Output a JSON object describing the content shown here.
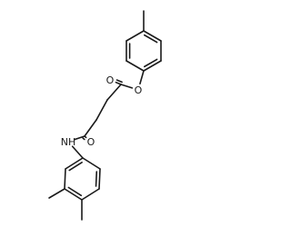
{
  "molecule": {
    "atoms": [
      {
        "id": "me1",
        "label": ""
      },
      {
        "id": "p1",
        "label": ""
      },
      {
        "id": "p2",
        "label": ""
      },
      {
        "id": "p3",
        "label": ""
      },
      {
        "id": "p4",
        "label": ""
      },
      {
        "id": "p5",
        "label": ""
      },
      {
        "id": "p6",
        "label": ""
      },
      {
        "id": "o_ester",
        "label": "O"
      },
      {
        "id": "c_ester",
        "label": ""
      },
      {
        "id": "o_ester_dbl",
        "label": "O"
      },
      {
        "id": "ch2_a",
        "label": ""
      },
      {
        "id": "ch2_b",
        "label": ""
      },
      {
        "id": "c_amide",
        "label": ""
      },
      {
        "id": "o_amide",
        "label": "O"
      },
      {
        "id": "n_amide",
        "label": "NH"
      },
      {
        "id": "a1",
        "label": ""
      },
      {
        "id": "a2",
        "label": ""
      },
      {
        "id": "a3",
        "label": ""
      },
      {
        "id": "a4",
        "label": ""
      },
      {
        "id": "a5",
        "label": ""
      },
      {
        "id": "a6",
        "label": ""
      },
      {
        "id": "me3",
        "label": ""
      },
      {
        "id": "me4",
        "label": ""
      }
    ],
    "bonds": [
      {
        "from": "me1",
        "to": "p1",
        "order": 1
      },
      {
        "from": "p1",
        "to": "p2",
        "order": 2
      },
      {
        "from": "p2",
        "to": "p3",
        "order": 1
      },
      {
        "from": "p3",
        "to": "p4",
        "order": 2
      },
      {
        "from": "p4",
        "to": "p5",
        "order": 1
      },
      {
        "from": "p5",
        "to": "p6",
        "order": 2
      },
      {
        "from": "p6",
        "to": "p1",
        "order": 1
      },
      {
        "from": "p4",
        "to": "o_ester",
        "order": 1
      },
      {
        "from": "o_ester",
        "to": "c_ester",
        "order": 1
      },
      {
        "from": "c_ester",
        "to": "o_ester_dbl",
        "order": 2
      },
      {
        "from": "c_ester",
        "to": "ch2_a",
        "order": 1
      },
      {
        "from": "ch2_a",
        "to": "ch2_b",
        "order": 1
      },
      {
        "from": "ch2_b",
        "to": "c_amide",
        "order": 1
      },
      {
        "from": "c_amide",
        "to": "o_amide",
        "order": 2
      },
      {
        "from": "c_amide",
        "to": "n_amide",
        "order": 1
      },
      {
        "from": "n_amide",
        "to": "a1",
        "order": 1
      },
      {
        "from": "a1",
        "to": "a2",
        "order": 2
      },
      {
        "from": "a2",
        "to": "a3",
        "order": 1
      },
      {
        "from": "a3",
        "to": "a4",
        "order": 2
      },
      {
        "from": "a4",
        "to": "a5",
        "order": 1
      },
      {
        "from": "a5",
        "to": "a6",
        "order": 2
      },
      {
        "from": "a6",
        "to": "a1",
        "order": 1
      },
      {
        "from": "a3",
        "to": "me3",
        "order": 1
      },
      {
        "from": "a4",
        "to": "me4",
        "order": 1
      }
    ]
  },
  "colors": {
    "bond": "#1a1a1a",
    "label": "#1a1a1a",
    "background": "#ffffff"
  }
}
